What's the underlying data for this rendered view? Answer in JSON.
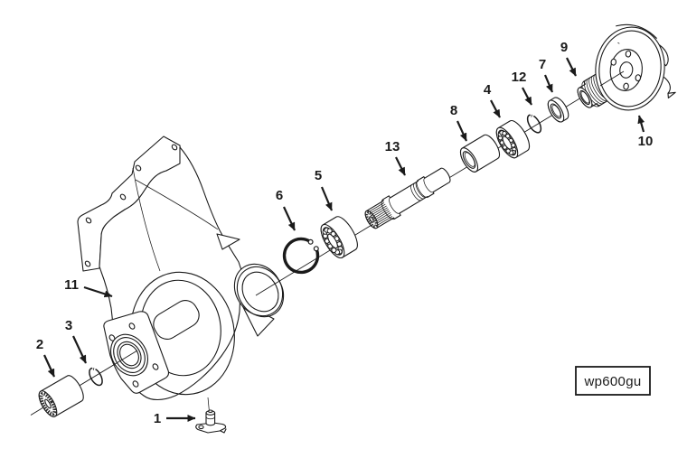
{
  "diagram": {
    "type": "exploded-parts-diagram",
    "figure_code": "wp600gu",
    "callouts": [
      {
        "number": "1",
        "target": "drain-fitting"
      },
      {
        "number": "2",
        "target": "splined-coupling"
      },
      {
        "number": "3",
        "target": "o-ring"
      },
      {
        "number": "4",
        "target": "rear-bearing"
      },
      {
        "number": "5",
        "target": "front-bearing"
      },
      {
        "number": "6",
        "target": "retaining-ring"
      },
      {
        "number": "7",
        "target": "seal-washer"
      },
      {
        "number": "8",
        "target": "sleeve-spacer"
      },
      {
        "number": "9",
        "target": "threaded-hub"
      },
      {
        "number": "10",
        "target": "pulley"
      },
      {
        "number": "11",
        "target": "pump-housing"
      },
      {
        "number": "12",
        "target": "snap-ring"
      },
      {
        "number": "13",
        "target": "impeller-shaft"
      }
    ]
  },
  "colors": {
    "line": "#1a1a1a",
    "background": "#ffffff"
  }
}
